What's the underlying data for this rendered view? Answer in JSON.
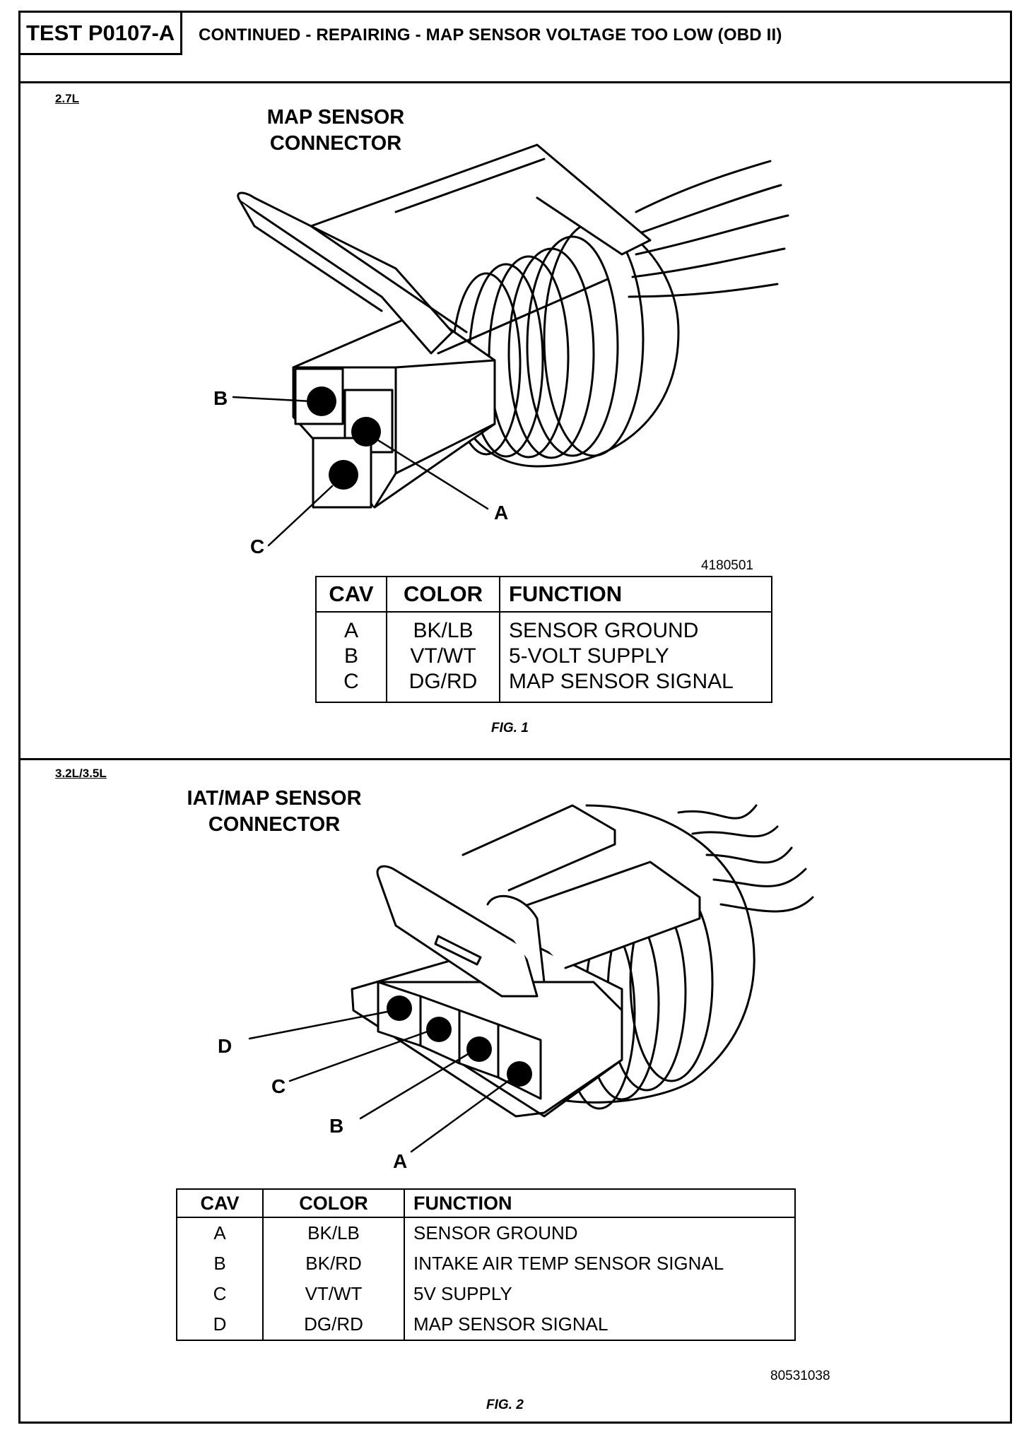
{
  "header": {
    "test_id": "TEST P0107-A",
    "title": "CONTINUED - REPAIRING - MAP SENSOR VOLTAGE TOO LOW (OBD II)"
  },
  "figure1": {
    "engine": "2.7L",
    "title_line1": "MAP SENSOR",
    "title_line2": "CONNECTOR",
    "pins": [
      "A",
      "B",
      "C"
    ],
    "part_number": "4180501",
    "fig_label": "FIG. 1",
    "table": {
      "headers": [
        "CAV",
        "COLOR",
        "FUNCTION"
      ],
      "rows": [
        [
          "A",
          "BK/LB",
          "SENSOR GROUND"
        ],
        [
          "B",
          "VT/WT",
          "5-VOLT SUPPLY"
        ],
        [
          "C",
          "DG/RD",
          "MAP SENSOR SIGNAL"
        ]
      ]
    }
  },
  "figure2": {
    "engine": "3.2L/3.5L",
    "title_line1": "IAT/MAP SENSOR",
    "title_line2": "CONNECTOR",
    "pins": [
      "A",
      "B",
      "C",
      "D"
    ],
    "part_number": "80531038",
    "fig_label": "FIG. 2",
    "table": {
      "headers": [
        "CAV",
        "COLOR",
        "FUNCTION"
      ],
      "rows": [
        [
          "A",
          "BK/LB",
          "SENSOR GROUND"
        ],
        [
          "B",
          "BK/RD",
          "INTAKE AIR TEMP SENSOR SIGNAL"
        ],
        [
          "C",
          "VT/WT",
          "5V SUPPLY"
        ],
        [
          "D",
          "DG/RD",
          "MAP SENSOR SIGNAL"
        ]
      ]
    }
  }
}
